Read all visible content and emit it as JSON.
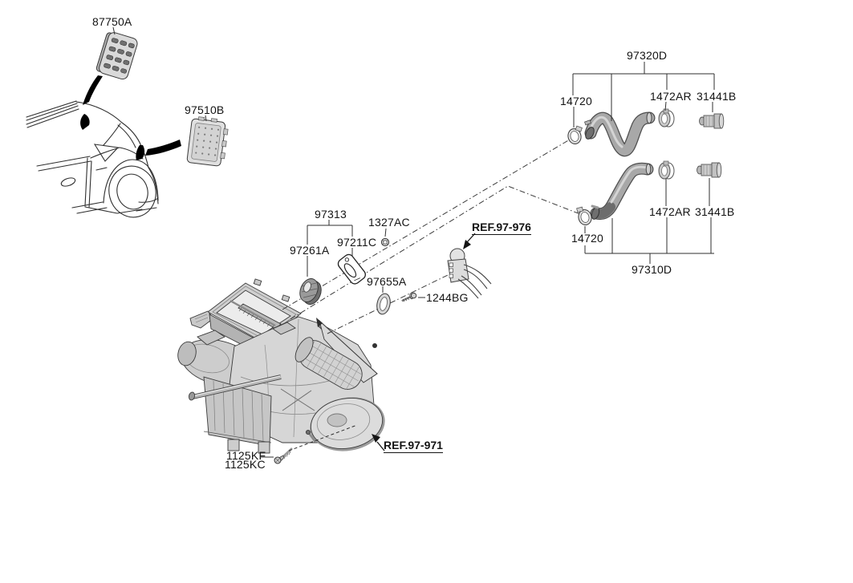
{
  "diagram": {
    "kind": "exploded-parts-diagram",
    "background": "#ffffff"
  },
  "palette": {
    "line": "#333333",
    "black": "#000000",
    "gray_light": "#d9d9d9",
    "gray_mid": "#a8a8a8",
    "gray_dark": "#6f6f6f",
    "white": "#ffffff"
  },
  "labels": [
    {
      "text": "87750A"
    },
    {
      "text": "97510B"
    },
    {
      "text": "97320D"
    },
    {
      "text": "14720"
    },
    {
      "text": "1472AR"
    },
    {
      "text": "31441B"
    },
    {
      "text": "1472AR"
    },
    {
      "text": "31441B"
    },
    {
      "text": "14720"
    },
    {
      "text": "97310D"
    },
    {
      "text": "97313"
    },
    {
      "text": "1327AC"
    },
    {
      "text": "97211C"
    },
    {
      "text": "97261A"
    },
    {
      "text": "97655A"
    },
    {
      "text": "1244BG"
    },
    {
      "text": "REF.97-976"
    },
    {
      "text": "REF.97-971"
    },
    {
      "text": "1125KF"
    },
    {
      "text": "1125KC"
    }
  ]
}
